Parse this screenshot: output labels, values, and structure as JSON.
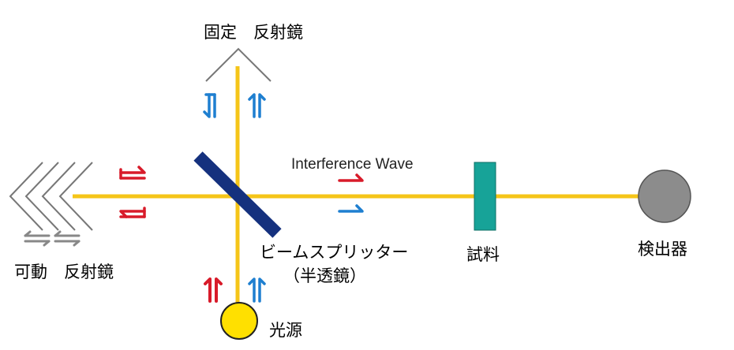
{
  "labels": {
    "fixed_mirror": "固定　反射鏡",
    "movable_mirror": "可動　反射鏡",
    "interference_wave": "Interference Wave",
    "beam_splitter": "ビームスプリッター",
    "beam_splitter_note": "（半透鏡）",
    "sample": "試料",
    "detector": "検出器",
    "light_source": "光源"
  },
  "colors": {
    "beam": "#f5c518",
    "splitter": "#15317e",
    "sample": "#17a398",
    "detector": "#8c8c8c",
    "source": "#ffe000",
    "arrow_red": "#d81b2a",
    "arrow_blue": "#1e7fd0",
    "mirror_line": "#777777",
    "move_arrow": "#888888"
  }
}
